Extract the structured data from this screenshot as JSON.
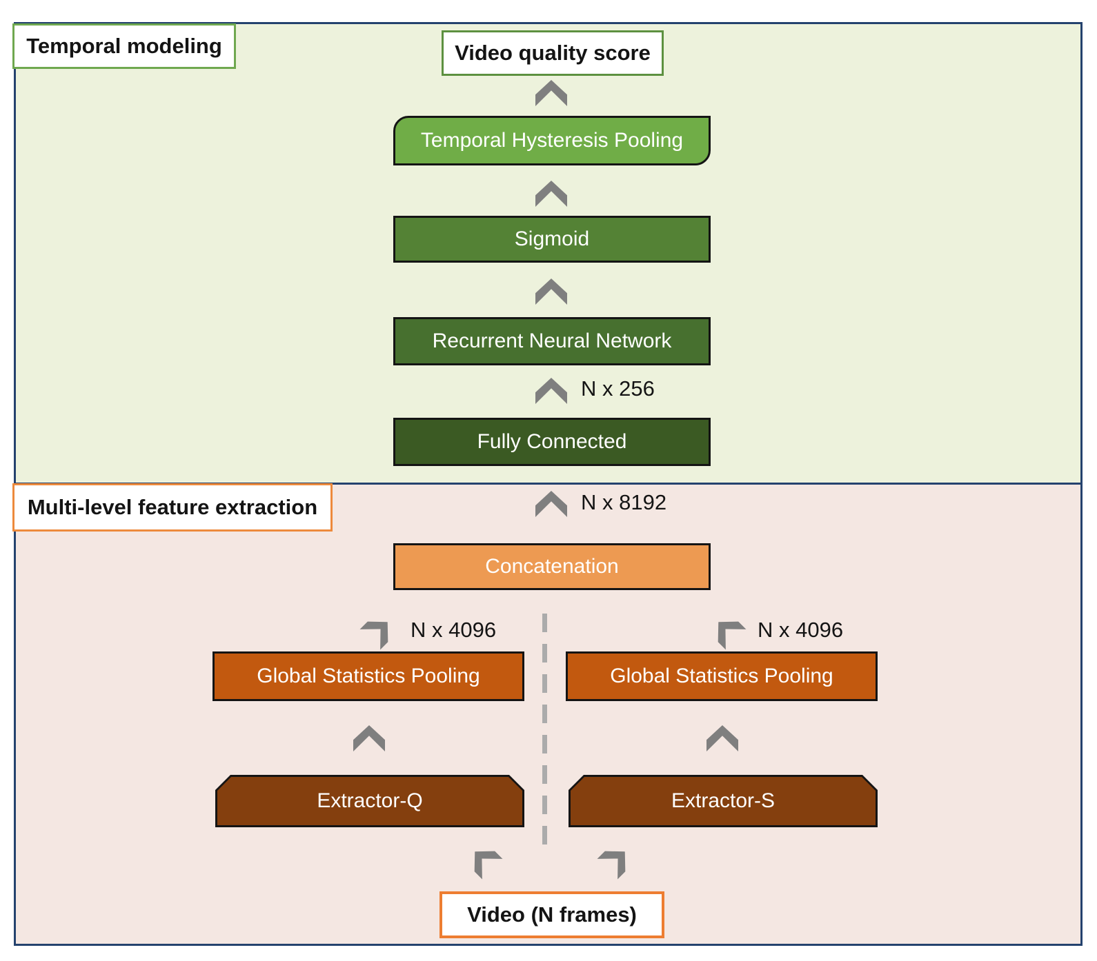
{
  "diagram": {
    "sections": {
      "temporal": {
        "label": "Temporal modeling"
      },
      "multilevel": {
        "label": "Multi-level feature extraction"
      }
    },
    "nodes": {
      "video_quality_score": {
        "label": "Video quality score"
      },
      "temporal_hysteresis_pooling": {
        "label": "Temporal Hysteresis Pooling"
      },
      "sigmoid": {
        "label": "Sigmoid"
      },
      "recurrent_neural_network": {
        "label": "Recurrent Neural Network"
      },
      "fully_connected": {
        "label": "Fully Connected"
      },
      "concatenation": {
        "label": "Concatenation"
      },
      "gsp_left": {
        "label": "Global Statistics Pooling"
      },
      "gsp_right": {
        "label": "Global Statistics Pooling"
      },
      "extractor_q": {
        "label": "Extractor-Q"
      },
      "extractor_s": {
        "label": "Extractor-S"
      },
      "video_input": {
        "label": "Video (N frames)"
      }
    },
    "annotations": {
      "fc_out": "N x 256",
      "concat_out": "N x 8192",
      "gsp_left_out": "N x 4096",
      "gsp_right_out": "N x 4096"
    },
    "colors": {
      "temporal_section_bg": "#EDF2DC",
      "multilevel_section_bg": "#F4E7E2",
      "outer_border": "#24426E",
      "thp_green": "#70AD47",
      "sigmoid_green": "#548235",
      "rnn_green": "#47702F",
      "fc_green": "#3B5A23",
      "concatenation_orange": "#ED9A52",
      "gsp_orange": "#C2590F",
      "extractor_brown": "#843F0E",
      "green_label_border": "#6FA84F",
      "orange_label_border": "#ED8A3C",
      "arrow_gray": "#7F7F7F",
      "dashed_line_gray": "#ABABAB"
    }
  }
}
